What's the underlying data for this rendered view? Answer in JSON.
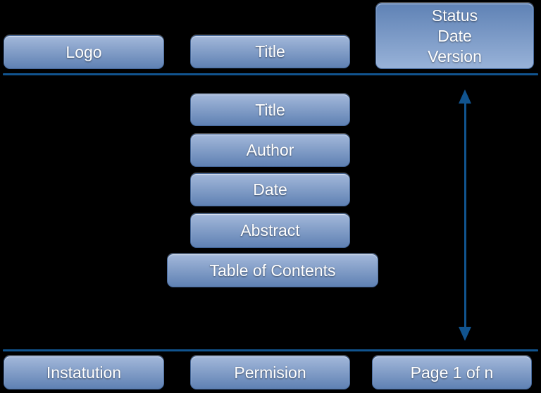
{
  "colors": {
    "background": "#000000",
    "line": "#11548f",
    "box_border": "#44679a",
    "box_gradient_top": "#a3b8da",
    "box_gradient_bottom": "#5f81b3",
    "tall_box_gradient_top": "#5f82b5",
    "tall_box_gradient_bottom": "#98b2d8",
    "box_text": "#ffffff"
  },
  "header": {
    "logo_label": "Logo",
    "title_label": "Title",
    "status_label": "Status\nDate\nVersion"
  },
  "front_matter": {
    "title_label": "Title",
    "author_label": "Author",
    "date_label": "Date",
    "abstract_label": "Abstract",
    "toc_label": "Table of Contents"
  },
  "footer": {
    "institution_label": "Instatution",
    "permission_label": "Permision",
    "page_label": "Page 1 of n"
  }
}
